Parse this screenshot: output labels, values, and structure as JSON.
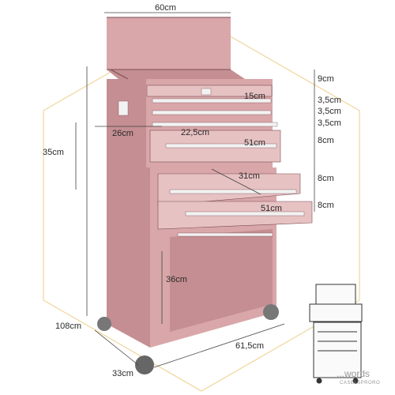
{
  "product": {
    "body_color": "#d9a7a9",
    "body_shade": "#c48e92",
    "drawer_front": "#e7c2c3",
    "handle_color": "#f2f2f2",
    "outline_color": "#7a4e55",
    "overlay_color": "#e3b54a"
  },
  "dimensions": {
    "width_top": "60cm",
    "lid_height": "9cm",
    "drawer_a": "3,5cm",
    "drawer_b": "3,5cm",
    "drawer_c": "3,5cm",
    "drawer_d": "8cm",
    "drawer_e": "8cm",
    "drawer_f": "8cm",
    "depth_top_drawer": "15cm",
    "side_depth": "26cm",
    "inner_depth": "22,5cm",
    "drawer_width_1": "51cm",
    "drawer_depth_2": "31cm",
    "drawer_width_2": "51cm",
    "chest_height": "35cm",
    "cabinet_height": "36cm",
    "total_height": "108cm",
    "cabinet_width": "61,5cm",
    "cabinet_depth": "33cm"
  },
  "watermark": {
    "brand": "...words",
    "tagline": "CASELSPRORO"
  }
}
